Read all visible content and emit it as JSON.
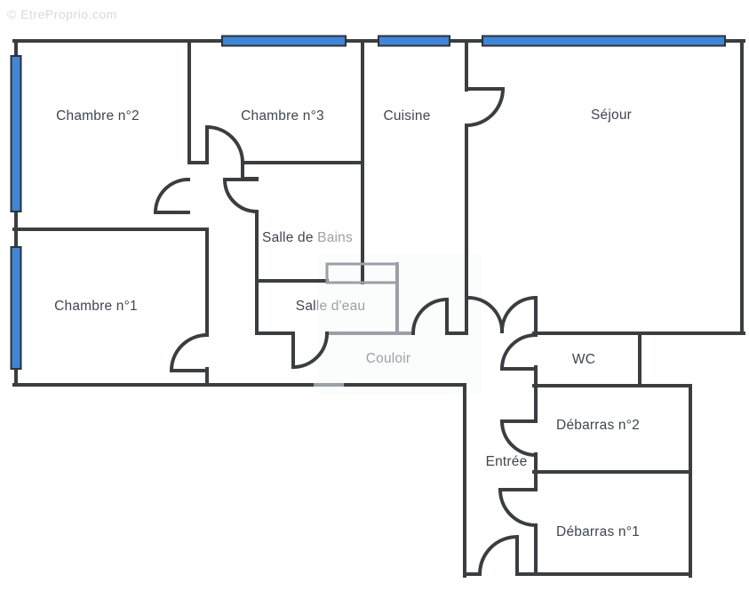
{
  "watermark": {
    "copyright": "© EtreProprio.com"
  },
  "rooms": {
    "chambre2": {
      "label": "Chambre n°2"
    },
    "chambre3": {
      "label": "Chambre n°3"
    },
    "cuisine": {
      "label": "Cuisine"
    },
    "sejour": {
      "label": "Séjour"
    },
    "chambre1": {
      "label": "Chambre n°1"
    },
    "salle_de_bains": {
      "part1": "Salle de ",
      "part2": "Bains"
    },
    "salle_deau": {
      "part1": "Sal",
      "part2": "le d'eau"
    },
    "couloir": {
      "label": "Couloir"
    },
    "wc": {
      "label": "WC"
    },
    "debarras2": {
      "label": "Débarras n°2"
    },
    "entree": {
      "label": "Entrée"
    },
    "debarras1": {
      "label": "Débarras n°1"
    }
  },
  "colors": {
    "wall": "#3a3e41",
    "wall_faded": "#9aa0a5",
    "window_fill": "#3f86d8",
    "window_stroke": "#2e3338",
    "label": "#3f4650",
    "label_faded": "#9ba1a8",
    "watermark_text": "#d7dadd"
  }
}
